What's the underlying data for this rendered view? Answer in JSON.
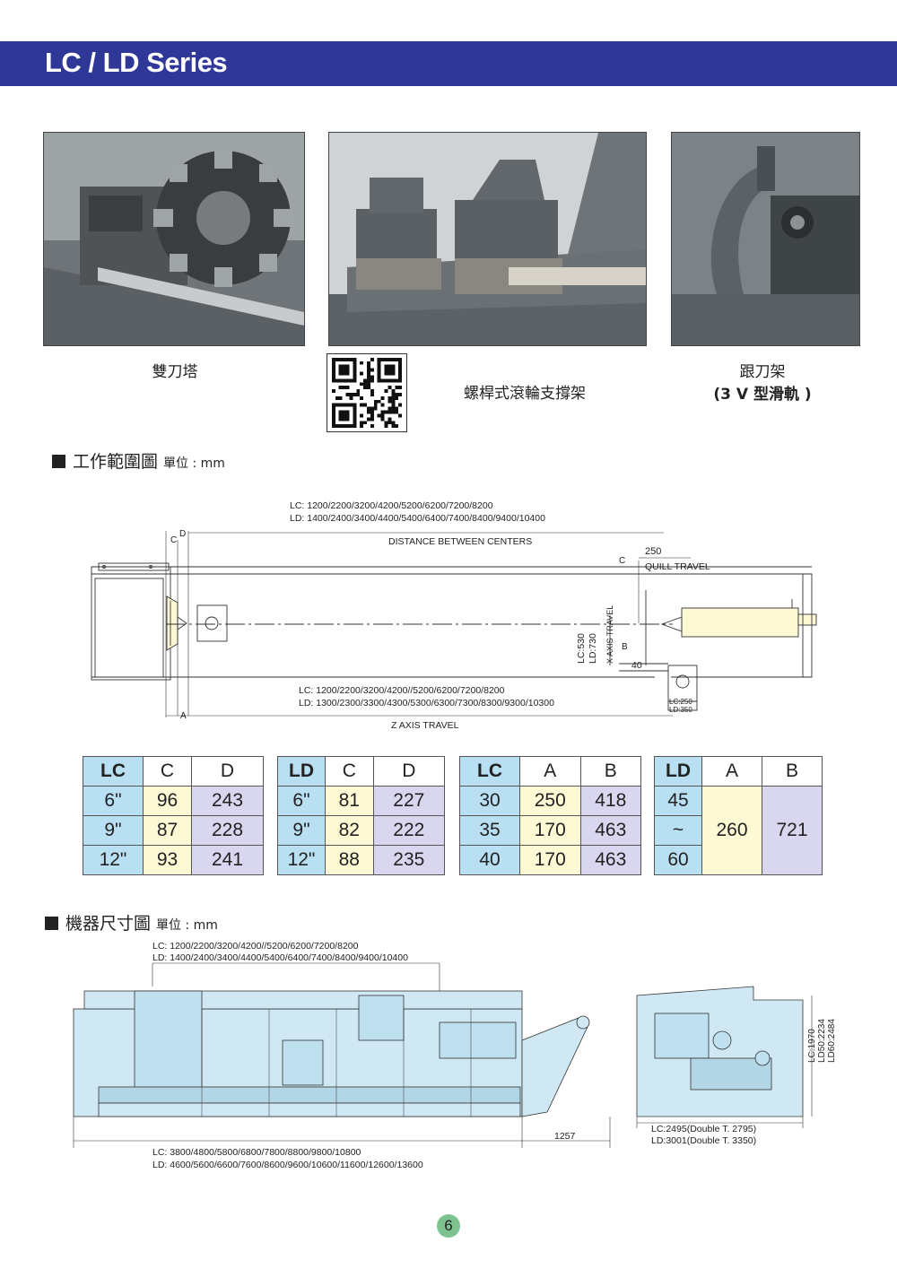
{
  "header": {
    "title": "LC / LD Series"
  },
  "photos": [
    {
      "caption": "雙刀塔"
    },
    {
      "caption": "螺桿式滾輪支撐架"
    },
    {
      "caption_line1": "跟刀架",
      "caption_line2": "(3 V 型滑軌 )"
    }
  ],
  "work_range": {
    "title": "工作範圍圖",
    "unit": "單位 : mm",
    "lc_centers": "LC: 1200/2200/3200/4200/5200/6200/7200/8200",
    "ld_centers": "LD: 1400/2400/3400/4400/5400/6400/7400/8400/9400/10400",
    "distance_label": "DISTANCE BETWEEN CENTERS",
    "quill_value": "250",
    "quill_label": "QUILL TRAVEL",
    "lc_x": "LC:530",
    "ld_x": "LD:730",
    "x_axis": "X AXIS TRAVEL",
    "b": "B",
    "forty": "40",
    "lc_z": "LC: 1200/2200/3200/4200//5200/6200/7200/8200",
    "ld_z": "LD: 1300/2300/3300/4300/5300/6300/7300/8300/9300/10300",
    "z_axis": "Z AXIS TRAVEL",
    "lc250": "LC:250",
    "ld350": "LD:350",
    "a": "A",
    "c": "C",
    "d": "D"
  },
  "tables": {
    "lc_cd": {
      "headers": [
        "LC",
        "C",
        "D"
      ],
      "rows": [
        [
          "6\"",
          "96",
          "243"
        ],
        [
          "9\"",
          "87",
          "228"
        ],
        [
          "12\"",
          "93",
          "241"
        ]
      ]
    },
    "ld_cd": {
      "headers": [
        "LD",
        "C",
        "D"
      ],
      "rows": [
        [
          "6\"",
          "81",
          "227"
        ],
        [
          "9\"",
          "82",
          "222"
        ],
        [
          "12\"",
          "88",
          "235"
        ]
      ]
    },
    "lc_ab": {
      "headers": [
        "LC",
        "A",
        "B"
      ],
      "rows": [
        [
          "30",
          "250",
          "418"
        ],
        [
          "35",
          "170",
          "463"
        ],
        [
          "40",
          "170",
          "463"
        ]
      ]
    },
    "ld_ab": {
      "headers": [
        "LD",
        "A",
        "B"
      ],
      "col1": [
        "45",
        "~",
        "60"
      ],
      "a": "260",
      "b": "721"
    }
  },
  "machine_dims": {
    "title": "機器尺寸圖",
    "unit": "單位 : mm",
    "lc_top": "LC: 1200/2200/3200/4200//5200/6200/7200/8200",
    "ld_top": "LD: 1400/2400/3400/4400/5400/6400/7400/8400/9400/10400",
    "chip": "1257",
    "lc_bottom": "LC: 3800/4800/5800/6800/7800/8800/9800/10800",
    "ld_bottom": "LD: 4600/5600/6600/7600/8600/9600/10600/11600/12600/13600",
    "lc_depth": "LC:2495(Double T. 2795)",
    "ld_depth": "LD:3001(Double T. 3350)",
    "lc_h": "LC:1970",
    "ld50_h": "LD50:2234",
    "ld60_h": "LD60:2484"
  },
  "page": {
    "number": "6"
  }
}
